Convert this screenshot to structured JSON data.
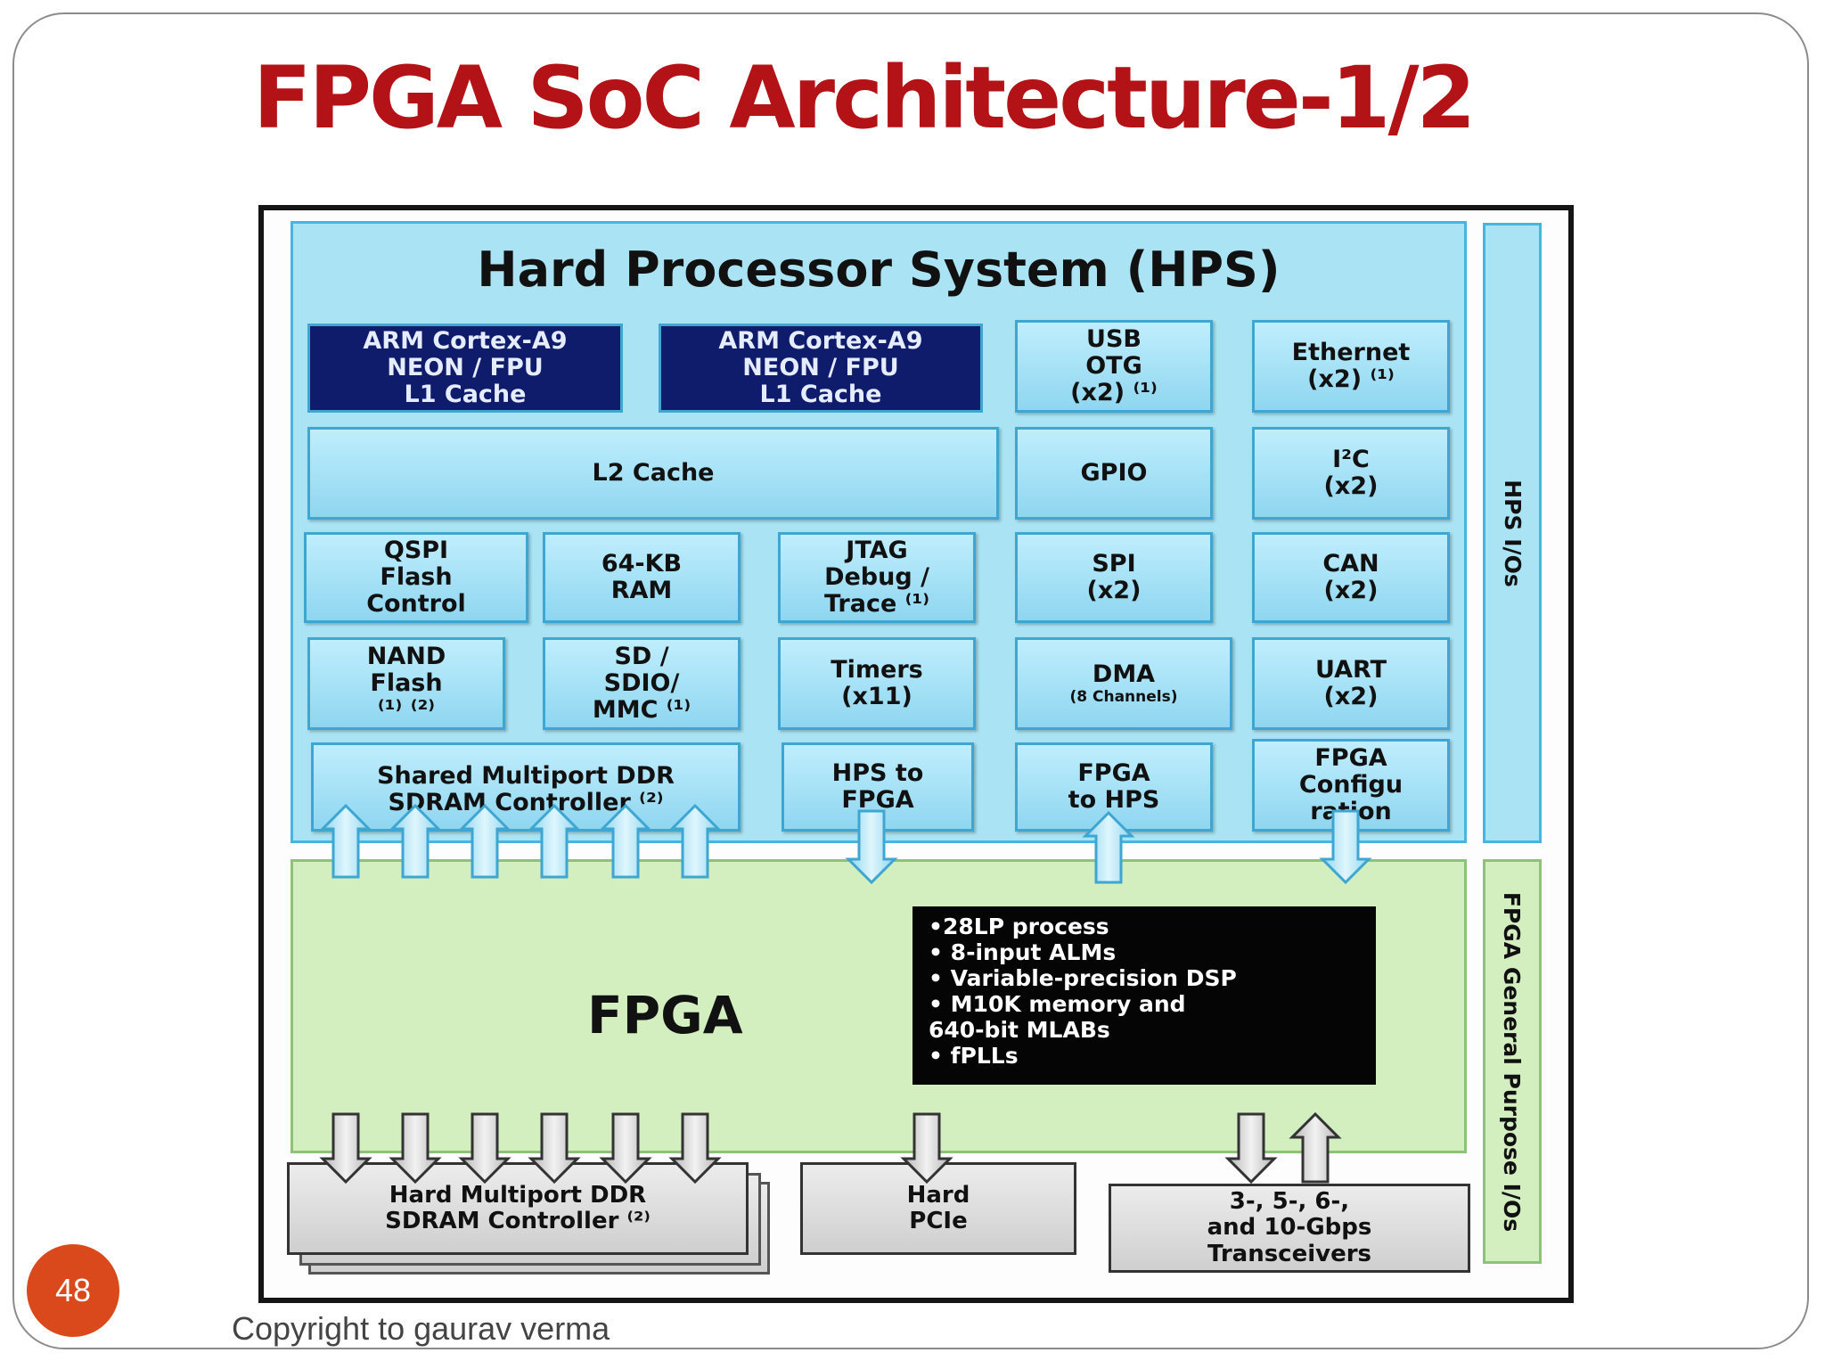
{
  "slide": {
    "title": "FPGA SoC Architecture-1/2",
    "page_number": "48",
    "copyright": "Copyright to gaurav verma"
  },
  "hps": {
    "title": "Hard Processor System (HPS)",
    "blocks": {
      "cpu0": "ARM Cortex-A9\nNEON / FPU\nL1 Cache",
      "cpu1": "ARM Cortex-A9\nNEON / FPU\nL1 Cache",
      "usb": "USB\nOTG\n(x2) ⁽¹⁾",
      "ethernet": "Ethernet\n(x2) ⁽¹⁾",
      "l2": "L2 Cache",
      "gpio": "GPIO",
      "i2c": "I²C\n(x2)",
      "qspi": "QSPI\nFlash\nControl",
      "ram": "64-KB\nRAM",
      "jtag": "JTAG\nDebug /\nTrace ⁽¹⁾",
      "spi": "SPI\n(x2)",
      "can": "CAN\n(x2)",
      "nand": "NAND\nFlash\n⁽¹⁾ ⁽²⁾",
      "sd": "SD /\nSDIO/\nMMC ⁽¹⁾",
      "timers": "Timers\n(x11)",
      "dma_title": "DMA",
      "dma_sub": "(8 Channels)",
      "uart": "UART\n(x2)",
      "ddr_shared": "Shared Multiport DDR\nSDRAM Controller ⁽²⁾",
      "hps2fpga": "HPS to\nFPGA",
      "fpga2hps": "FPGA\nto HPS",
      "fpga_config": "FPGA\nConfigu\nration"
    }
  },
  "side_labels": {
    "hps_ios": "HPS I/Os",
    "fpga_ios": "FPGA General Purpose I/Os"
  },
  "fpga": {
    "label": "FPGA",
    "features": [
      "•28LP process",
      "• 8-input ALMs",
      "• Variable-precision DSP",
      "• M10K memory and",
      "640-bit MLABs",
      "• fPLLs"
    ]
  },
  "bottom": {
    "ddr_hard": "Hard Multiport DDR\nSDRAM Controller ⁽²⁾",
    "pcie": "Hard\nPCIe",
    "transceivers": "3-, 5-, 6-,\nand 10-Gbps\nTransceivers"
  },
  "colors": {
    "title": "#b31217",
    "hps_fill": "#a9e3f4",
    "cpu_fill": "#0f1b6b",
    "fpga_fill": "#d3efc0",
    "badge": "#d9491c"
  }
}
